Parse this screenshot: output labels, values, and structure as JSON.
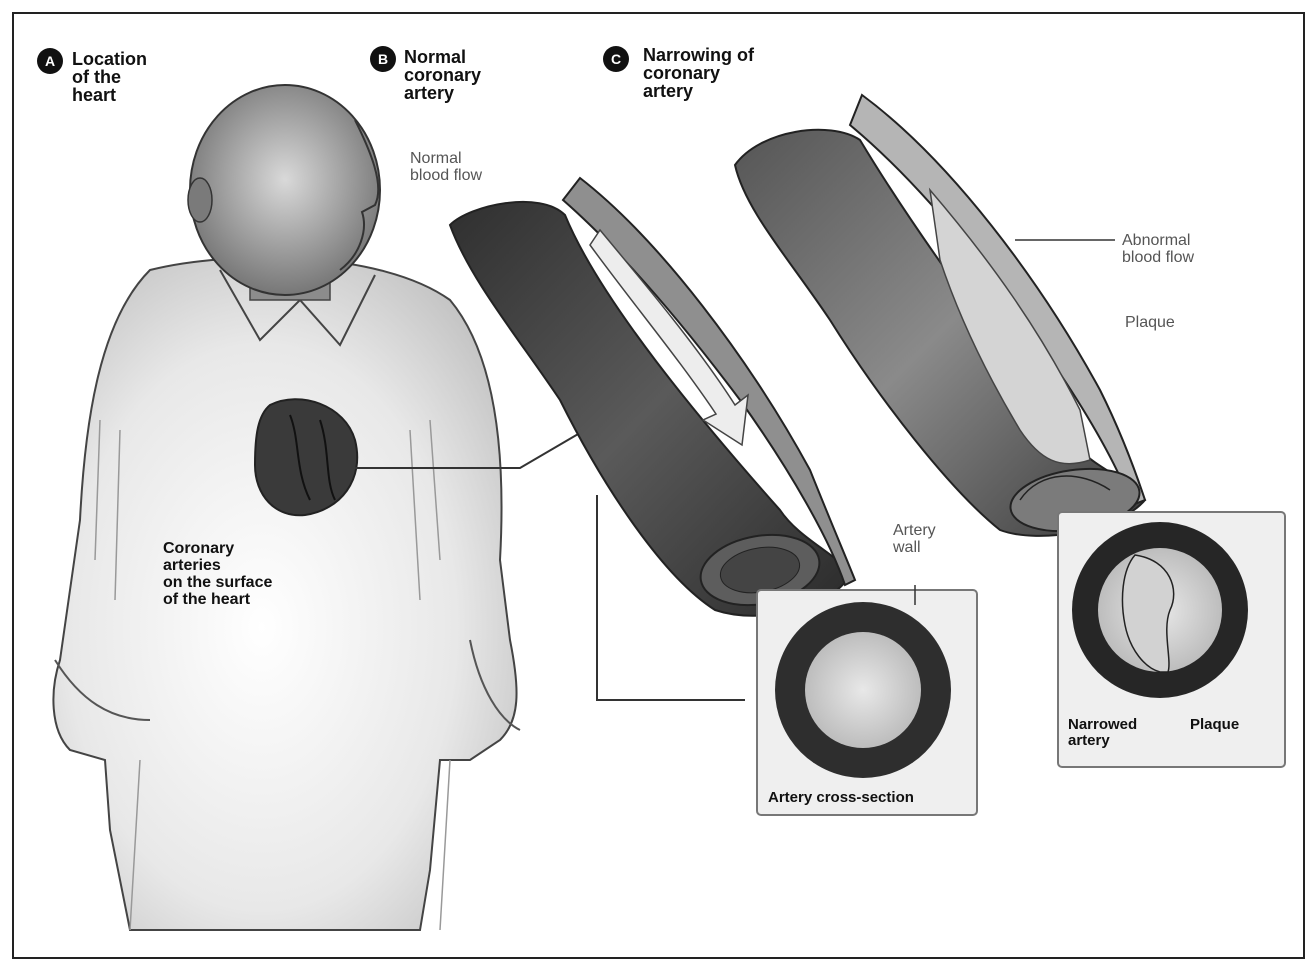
{
  "panels": [
    {
      "badge": "A",
      "title_lines": [
        "Location",
        "of the",
        "heart"
      ]
    },
    {
      "badge": "B",
      "title_lines": [
        "Normal",
        "coronary",
        "artery"
      ]
    },
    {
      "badge": "C",
      "title_lines": [
        "Narrowing of",
        "coronary",
        "artery"
      ]
    }
  ],
  "labels": {
    "normal_blood_flow": [
      "Normal",
      "blood flow"
    ],
    "abnormal_blood_flow": [
      "Abnormal",
      "blood flow"
    ],
    "plaque": "Plaque",
    "coronary_arteries": [
      "Coronary",
      "arteries",
      "on the surface",
      "of the heart"
    ],
    "artery_wall": [
      "Artery",
      "wall"
    ],
    "artery_cross_section": "Artery cross-section",
    "narrowed_artery": [
      "Narrowed",
      "artery"
    ],
    "plaque_inset": "Plaque"
  },
  "colors": {
    "ink": "#111111",
    "artery_dark": "#3a3a3a",
    "artery_mid": "#8a8a8a",
    "artery_light": "#d6d6d6",
    "plaque": "#c9c9c9"
  }
}
